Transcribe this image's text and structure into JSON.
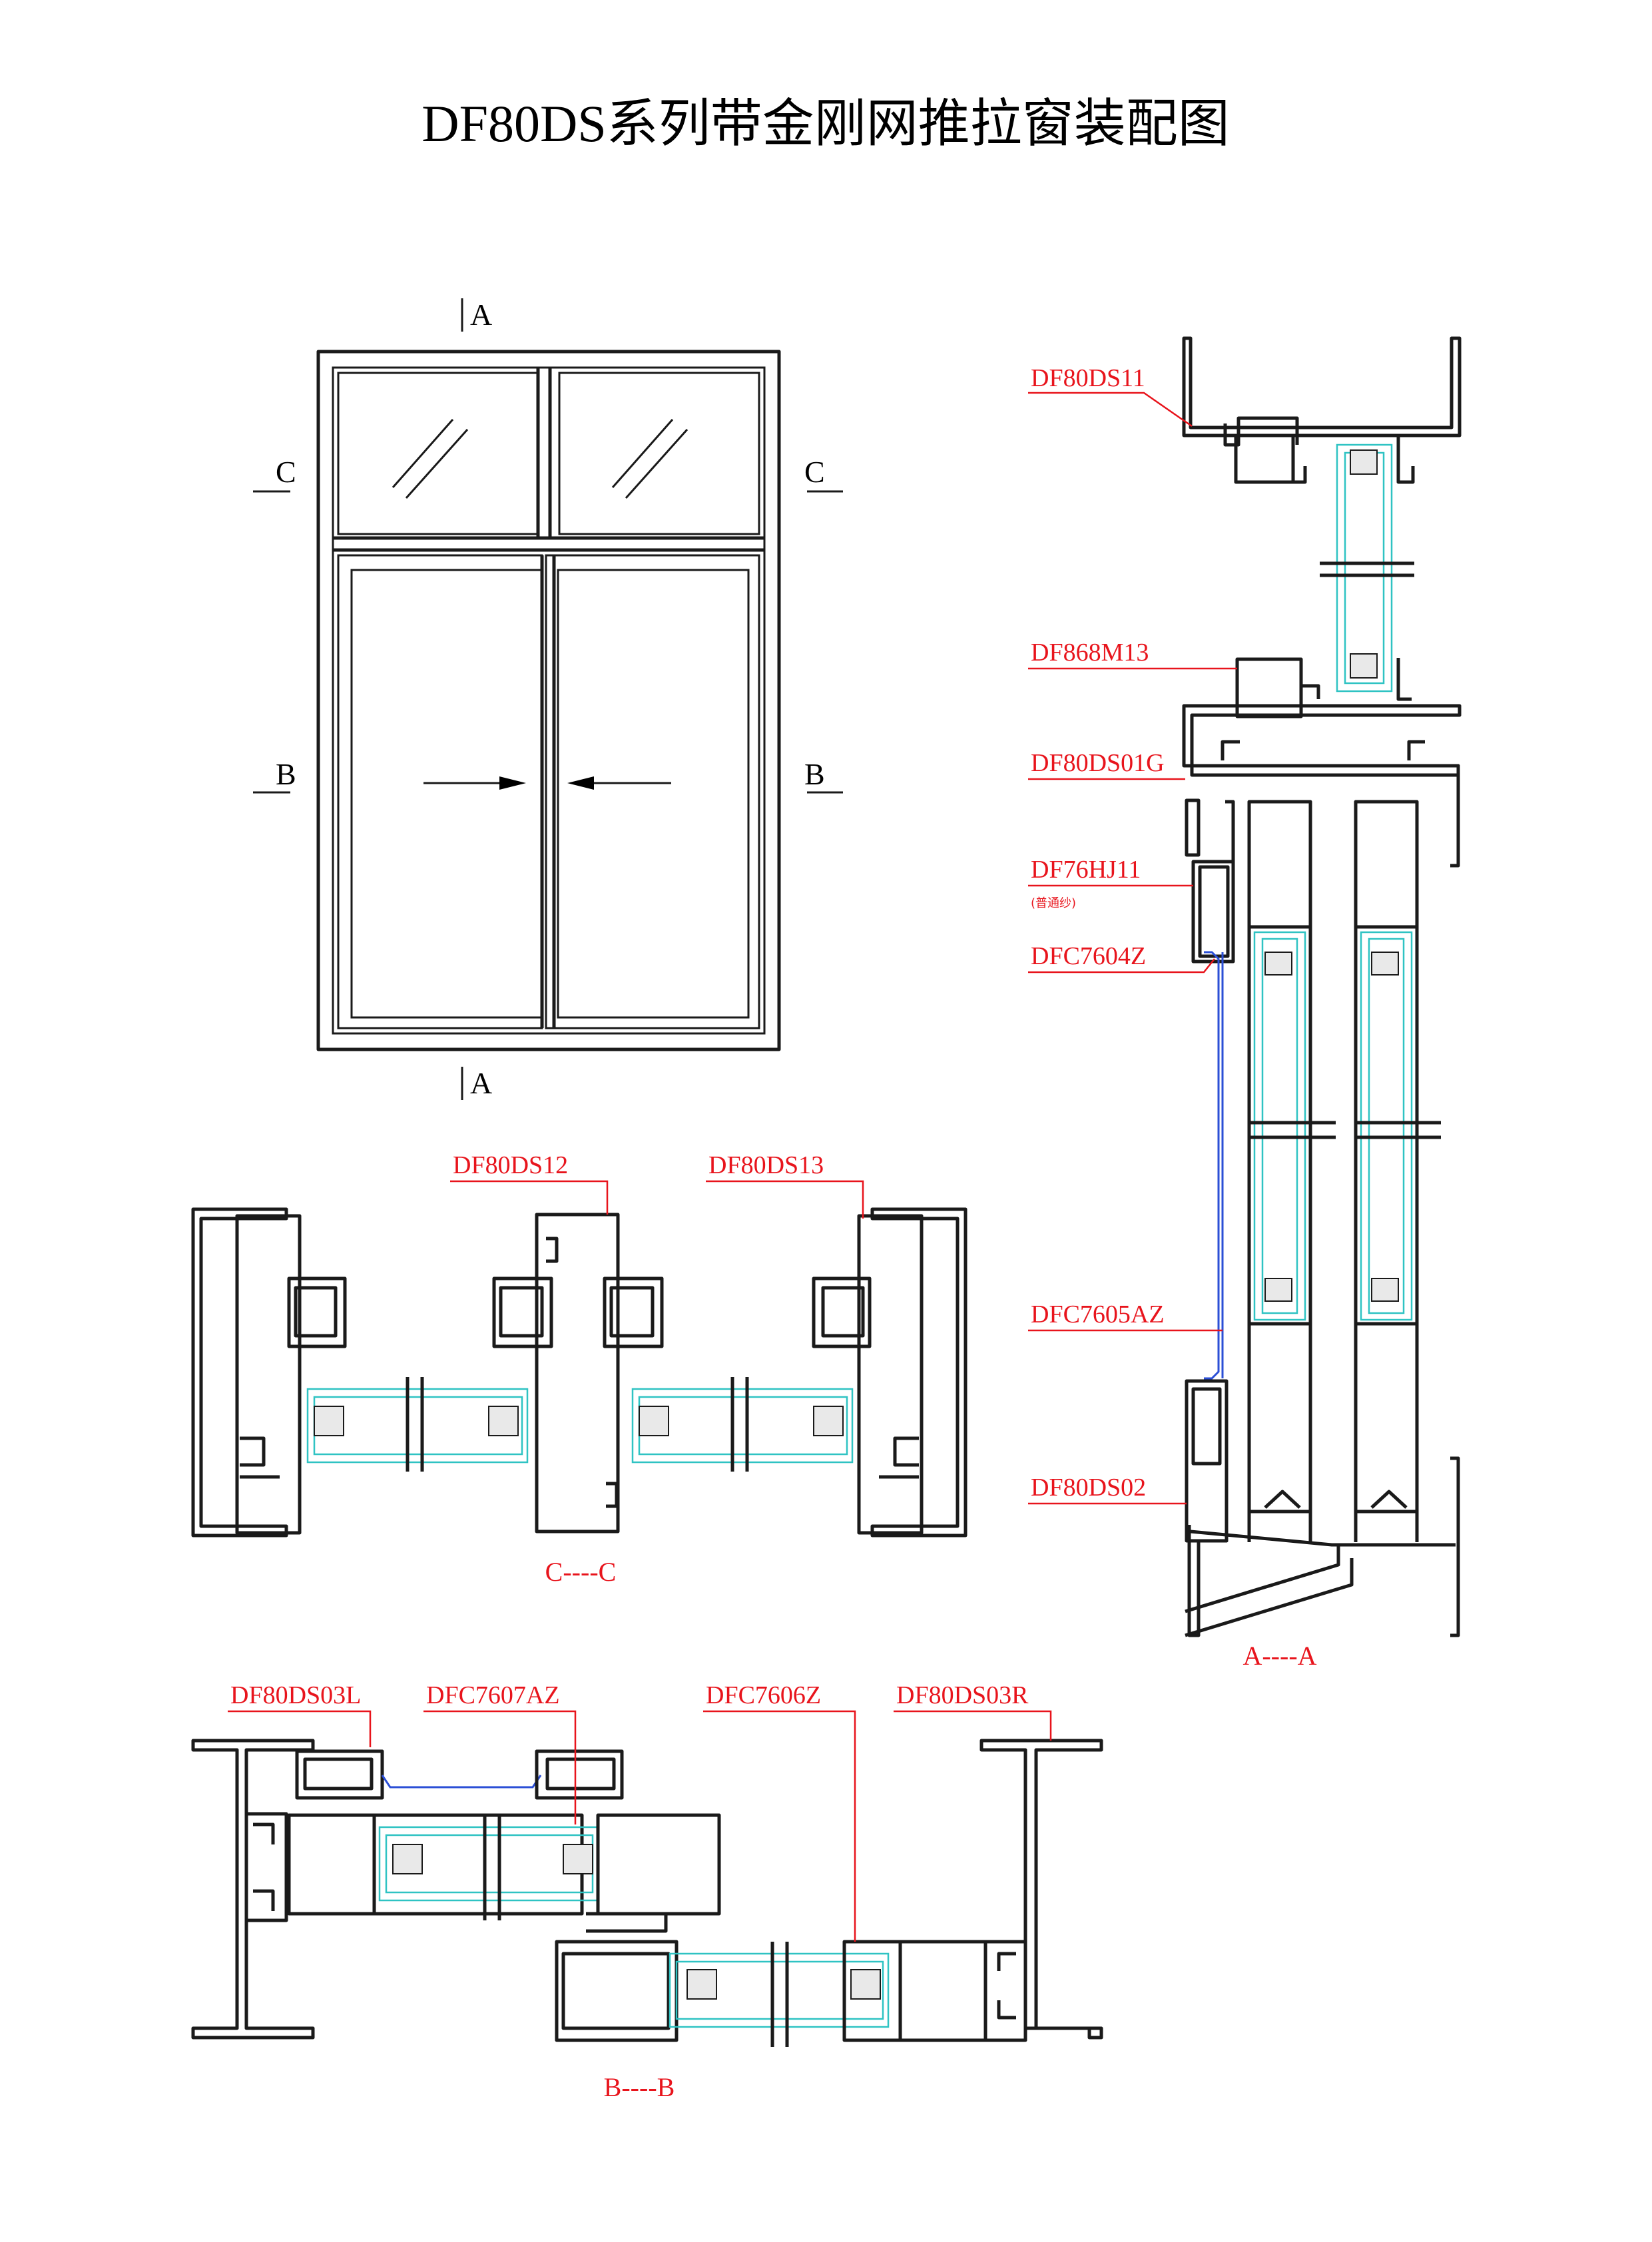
{
  "title": "DF80DS系列带金刚网推拉窗装配图",
  "section_marks": {
    "a_top": "A",
    "a_bottom": "A",
    "c_left": "C",
    "c_right": "C",
    "b_left": "B",
    "b_right": "B"
  },
  "section_titles": {
    "aa": "A----A",
    "bb": "B----B",
    "cc": "C----C"
  },
  "section_aa_labels": [
    "DF80DS11",
    "DF868M13",
    "DF80DS01G",
    "DF76HJ11",
    "DFC7604Z",
    "DFC7605AZ",
    "DF80DS02"
  ],
  "section_aa_note": "(普通纱)",
  "section_cc_labels": [
    "DF80DS12",
    "DF80DS13"
  ],
  "section_bb_labels": [
    "DF80DS03L",
    "DFC7607AZ",
    "DFC7606Z",
    "DF80DS03R"
  ],
  "colors": {
    "label": "#e8141c",
    "profile": "#1a1a1a",
    "glass": "#2fc3c3",
    "mesh": "#2b4fd6"
  }
}
